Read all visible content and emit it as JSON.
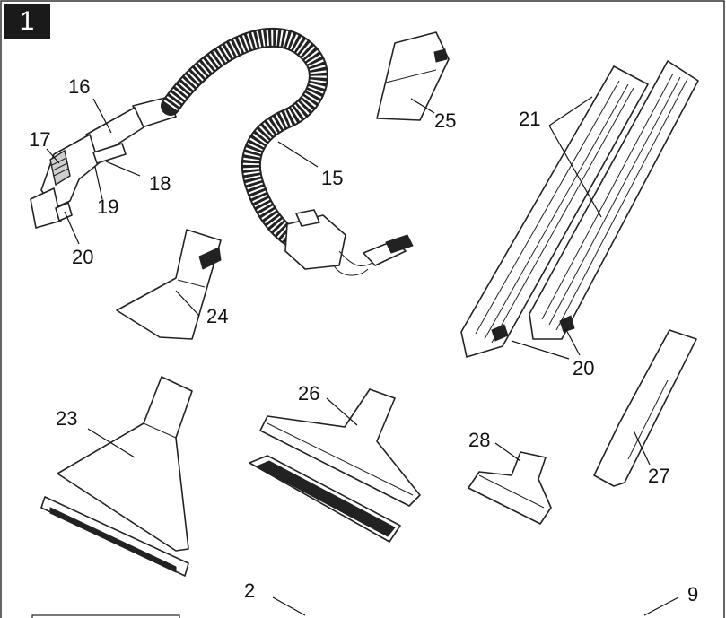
{
  "figure": {
    "number": "1",
    "labels": {
      "l15": "15",
      "l16": "16",
      "l17": "17",
      "l18": "18",
      "l19": "19",
      "l20a": "20",
      "l20b": "20",
      "l21": "21",
      "l23": "23",
      "l24": "24",
      "l25": "25",
      "l26": "26",
      "l27": "27",
      "l28": "28",
      "l2": "2",
      "l9": "9"
    }
  },
  "colors": {
    "ink": "#111111",
    "badge_bg": "#1a1a1a",
    "badge_text": "#ffffff",
    "border": "#333333"
  }
}
